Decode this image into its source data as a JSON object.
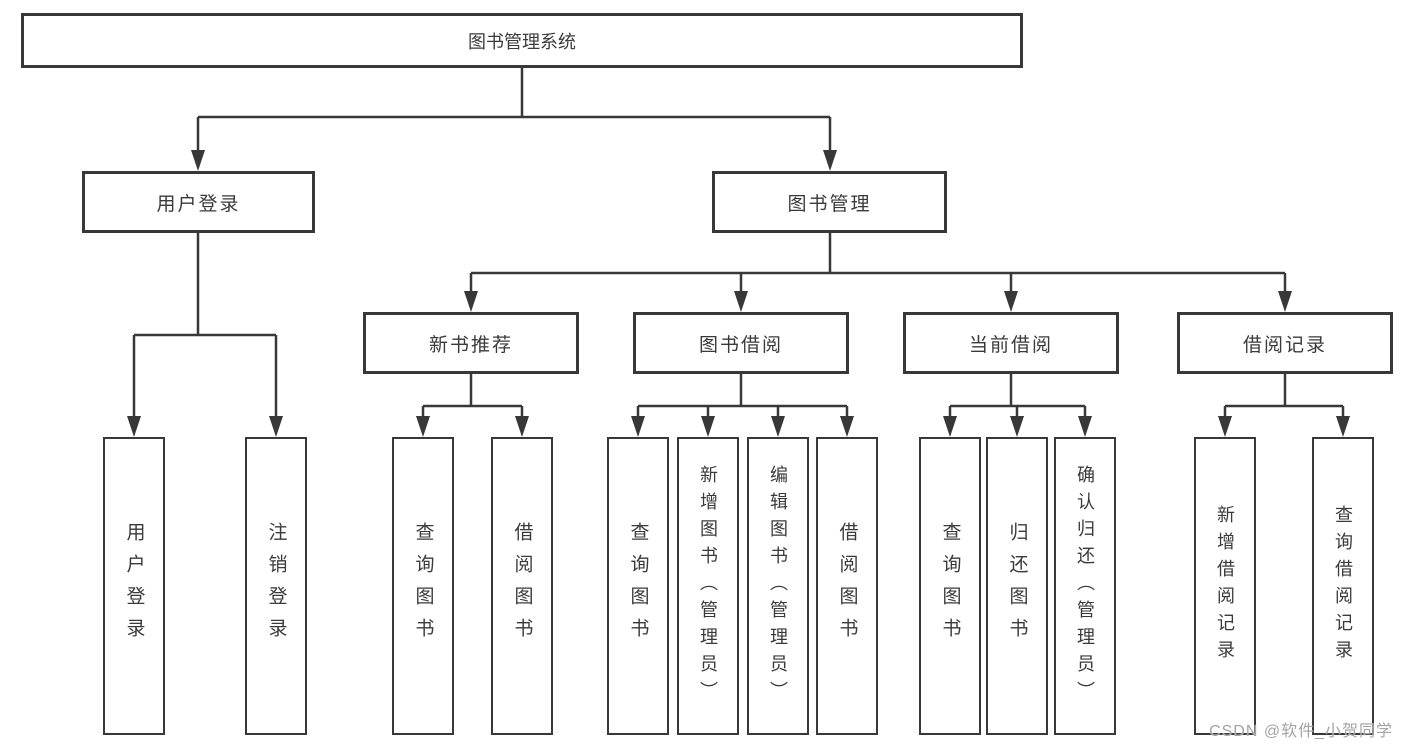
{
  "diagram": {
    "type": "tree-structure-chart",
    "tree": {
      "label": "图书管理系统",
      "children": [
        {
          "label": "用户登录",
          "children": [
            {
              "label": "用户登录"
            },
            {
              "label": "注销登录"
            }
          ]
        },
        {
          "label": "图书管理",
          "children": [
            {
              "label": "新书推荐",
              "children": [
                {
                  "label": "查询图书"
                },
                {
                  "label": "借阅图书"
                }
              ]
            },
            {
              "label": "图书借阅",
              "children": [
                {
                  "label": "查询图书"
                },
                {
                  "label": "新增图书（管理员）"
                },
                {
                  "label": "编辑图书（管理员）"
                },
                {
                  "label": "借阅图书"
                }
              ]
            },
            {
              "label": "当前借阅",
              "children": [
                {
                  "label": "查询图书"
                },
                {
                  "label": "归还图书"
                },
                {
                  "label": "确认归还（管理员）"
                }
              ]
            },
            {
              "label": "借阅记录",
              "children": [
                {
                  "label": "新增借阅记录"
                },
                {
                  "label": "查询借阅记录"
                }
              ]
            }
          ]
        }
      ]
    }
  },
  "watermark": "CSDN @软件_小贺同学",
  "colors": {
    "line": "#383838",
    "box_border": "#383838",
    "text": "#3a3a3a",
    "background": "#ffffff",
    "watermark": "#a3a3a3"
  }
}
